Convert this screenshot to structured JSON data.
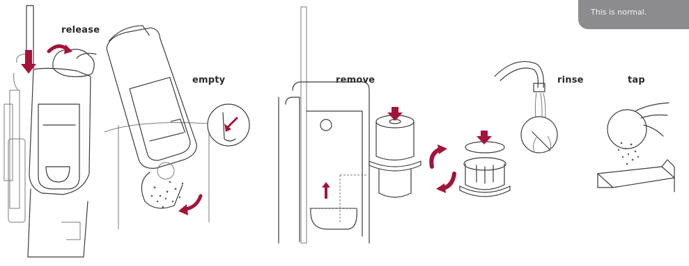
{
  "note": {
    "text": "This is normal."
  },
  "steps": {
    "release": "release",
    "empty": "empty",
    "remove": "remove",
    "rinse": "rinse",
    "tap": "tap"
  },
  "colors": {
    "accent": "#a3143a",
    "line": "#3a3a3a",
    "note_bg": "#8c8c8e"
  }
}
